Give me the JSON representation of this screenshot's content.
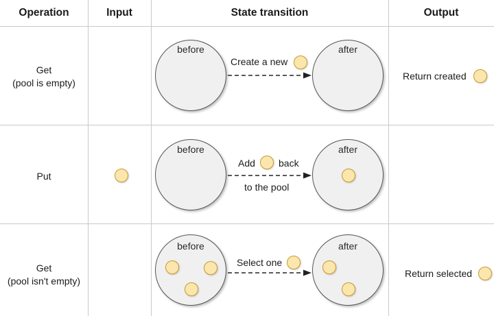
{
  "colors": {
    "grid": "#c9c9c9",
    "circle_fill": "#f0f0f0",
    "circle_stroke": "#555555",
    "item_fill": "#fbe7ad",
    "item_stroke": "#c99a2e"
  },
  "headers": {
    "operation": "Operation",
    "input": "Input",
    "transition": "State transition",
    "output": "Output"
  },
  "rows": [
    {
      "op_line1": "Get",
      "op_line2": "(pool is empty)",
      "before": "before",
      "after": "after",
      "arrow_line1": "Create a new",
      "arrow_line2": "",
      "output": "Return created"
    },
    {
      "op_line1": "Put",
      "op_line2": "",
      "before": "before",
      "after": "after",
      "arrow_line1a": "Add",
      "arrow_line1b": "back",
      "arrow_line2": "to the pool",
      "output": ""
    },
    {
      "op_line1": "Get",
      "op_line2": "(pool isn't empty)",
      "before": "before",
      "after": "after",
      "arrow_line1": "Select one",
      "arrow_line2": "",
      "output": "Return selected"
    }
  ]
}
